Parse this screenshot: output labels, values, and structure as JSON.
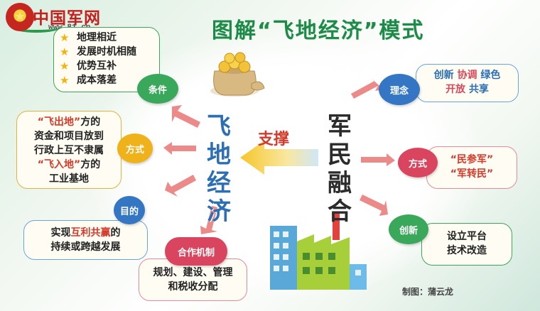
{
  "logo": {
    "text": "中国军网",
    "url": "www.81.cn"
  },
  "title": "图解“飞地经济”模式",
  "center": {
    "left_label": [
      "飞",
      "地",
      "经",
      "济"
    ],
    "right_label": [
      "军",
      "民",
      "融",
      "合"
    ],
    "arrow_label": "支撑"
  },
  "left": {
    "condition": {
      "bubble": "条件",
      "items": [
        "地理相近",
        "发展时机相随",
        "优势互补",
        "成本落差"
      ]
    },
    "method": {
      "bubble": "方式",
      "line1_q": "“飞出地”",
      "line1_rest": "方的",
      "line2": "资金和项目放到",
      "line3": "行政上互不隶属",
      "line4_q": "“飞入地”",
      "line4_rest": "方的",
      "line5": "工业基地"
    },
    "purpose": {
      "bubble": "目的",
      "line1_a": "实现",
      "line1_b": "互利共赢",
      "line1_c": "的",
      "line2": "持续或跨越发展"
    },
    "coop": {
      "bubble": "合作机制",
      "line1": "规划、建设、管理",
      "line2": "和税收分配"
    }
  },
  "right": {
    "concept": {
      "bubble": "理念",
      "w1": "创新",
      "w2": "协调",
      "w3": "绿色",
      "w4": "开放",
      "w5": "共享"
    },
    "method": {
      "bubble": "方式",
      "line1": "“民参军”",
      "line2": "“军转民”"
    },
    "innovation": {
      "bubble": "创新",
      "line1": "设立平台",
      "line2": "技术改造"
    }
  },
  "credit": "制图：蒲云龙",
  "colors": {
    "green": "#3aa85a",
    "blue": "#3576c4",
    "red": "#d43a2a",
    "pink": "#d9455f",
    "yellow": "#f0b21a",
    "arrow": "#ec8a8a"
  }
}
